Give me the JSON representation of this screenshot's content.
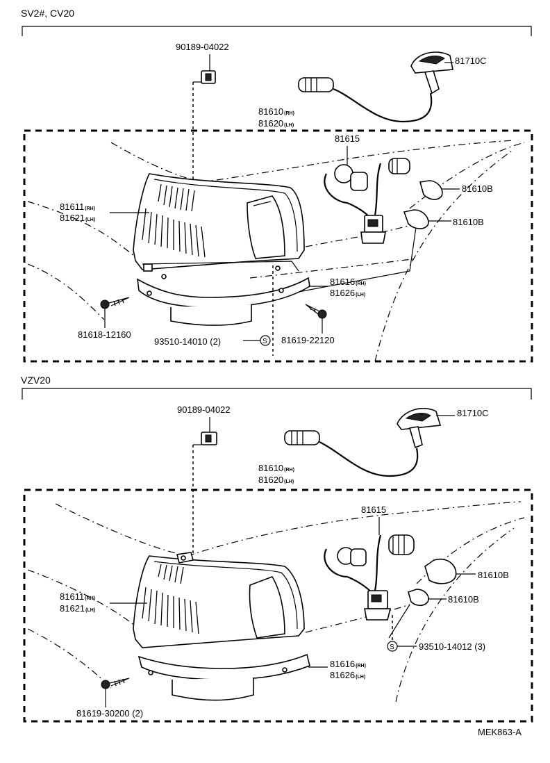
{
  "sections": [
    {
      "title": "SV2#, CV20",
      "labels": {
        "clip": "90189-04022",
        "washer_nozzle": "81710C",
        "lamp_rh": "81610",
        "lamp_rh_sub": "(RH)",
        "lamp_lh": "81620",
        "lamp_lh_sub": "(LH)",
        "socket": "81615",
        "bulb_a": "81610B",
        "bulb_b": "81610B",
        "lens_rh": "81611",
        "lens_rh_sub": "(RH)",
        "lens_lh": "81621",
        "lens_lh_sub": "(LH)",
        "gasket_rh": "81616",
        "gasket_rh_sub": "(RH)",
        "gasket_lh": "81626",
        "gasket_lh_sub": "(LH)",
        "screw_left": "81618-12160",
        "screw_center": "93510-14010 (2)",
        "screw_right": "81619-22120",
        "s_mark": "S"
      }
    },
    {
      "title": "VZV20",
      "labels": {
        "clip": "90189-04022",
        "washer_nozzle": "81710C",
        "lamp_rh": "81610",
        "lamp_rh_sub": "(RH)",
        "lamp_lh": "81620",
        "lamp_lh_sub": "(LH)",
        "socket": "81615",
        "bulb_a": "81610B",
        "bulb_b": "81610B",
        "lens_rh": "81611",
        "lens_rh_sub": "(RH)",
        "lens_lh": "81621",
        "lens_lh_sub": "(LH)",
        "gasket_rh": "81616",
        "gasket_rh_sub": "(RH)",
        "gasket_lh": "81626",
        "gasket_lh_sub": "(LH)",
        "screw_left": "81619-30200 (2)",
        "screw_right": "93510-14012 (3)",
        "s_mark": "S"
      }
    }
  ],
  "footer_code": "MEK863-A"
}
